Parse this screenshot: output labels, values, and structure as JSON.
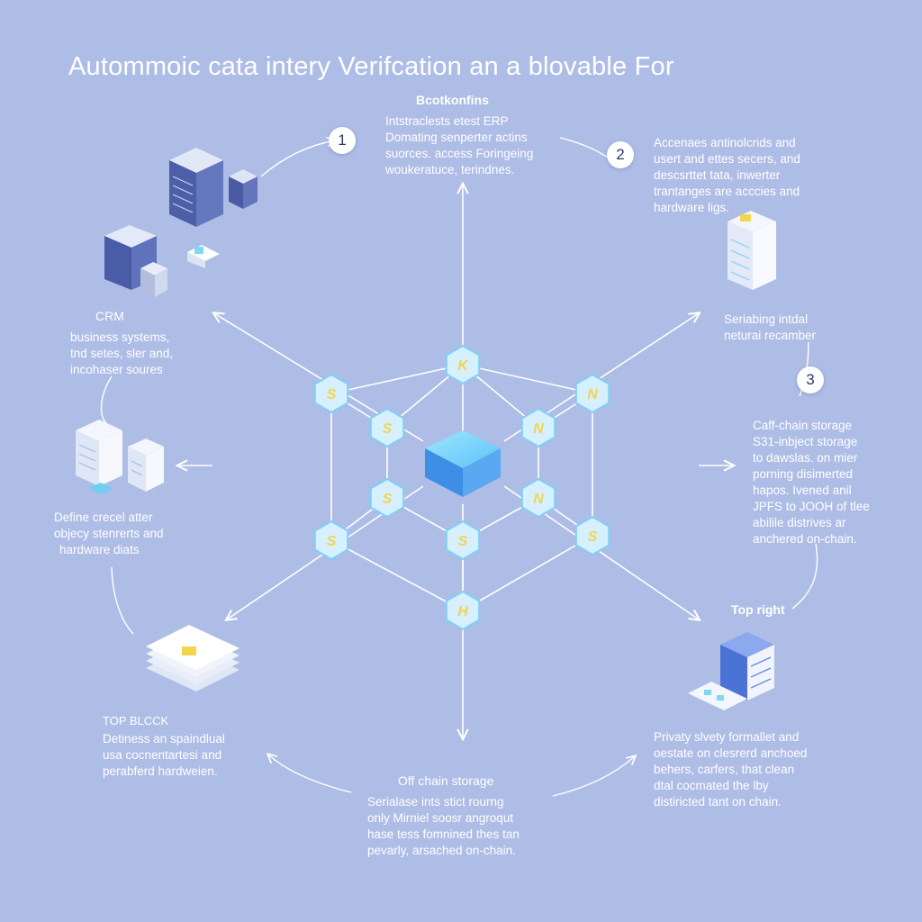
{
  "title": "Autommoic cata intery Verifcation an a blovable For",
  "blocks": {
    "top": {
      "heading": "Bcotkonfins",
      "lines": [
        "Intstraclests etest ERP",
        "Domating senperter actins",
        "suorces. access Foringeing",
        "woukeratuce, terindnes."
      ]
    },
    "top_right": {
      "lines": [
        "Accenaes antinolcrids and",
        "usert and ettes secers, and",
        "descsrttet tata, inwerter",
        "trantanges are acccies and",
        "hardware ligs."
      ]
    },
    "mid_right_top": {
      "lines": [
        "Seriabing intdal",
        "neturai recamber"
      ]
    },
    "right": {
      "lines": [
        "Caff-chain storage",
        "S31-inbject storage",
        "to dawslas. on mier",
        "porning disimerted",
        "hapos. Ivened anil",
        "JPFS to JOOH of tlee",
        "abilile distrives ar",
        "anchered on-chain."
      ]
    },
    "crm": {
      "heading": "CRM",
      "lines": [
        "business systems,",
        "tnd setes, sler and,",
        "incohaser soures"
      ]
    },
    "left": {
      "lines": [
        "Define crecel atter",
        "objecy stenrerts and",
        "hardware diats"
      ]
    },
    "bottom_left": {
      "heading": "TOP BLCCK",
      "lines": [
        "Detiness an spaindlual",
        "usa cocnentartesi and",
        "perabferd hardweien."
      ]
    },
    "bottom": {
      "heading": "Off chain storage",
      "lines": [
        "Serialase ints stict rourng",
        "only Mirniel soosr angroqut",
        "hase tess fomnined thes tan",
        "pevarly, arsached on-chain."
      ]
    },
    "bottom_right_head": {
      "heading": "Top right"
    },
    "bottom_right": {
      "lines": [
        "Privaty slvety formallet and",
        "oestate on clesrerd anchoed",
        "behers, carfers, that clean",
        "dtal cocmated the lby",
        "distiricted tant on chain."
      ]
    }
  },
  "badges": [
    "1",
    "2",
    "3"
  ],
  "hex_nodes": [
    "K",
    "S",
    "N",
    "S",
    "N",
    "S",
    "H",
    "S",
    "N",
    "S",
    "S",
    "S"
  ],
  "colors": {
    "background": "#aebde6",
    "line": "#ffffff",
    "hex_fill": "#d6f0ff",
    "hex_stroke": "#7fd0f5",
    "hex_text": "#f2d54a",
    "cube": "#4ea6f0",
    "server_dark": "#4d5fa6",
    "server_light": "#eef2fb"
  },
  "icons": {
    "server_stack": "server-stack-icon",
    "building": "building-icon",
    "card_stack": "card-stack-icon",
    "server_rack": "server-rack-icon",
    "data_cube": "data-cube-icon"
  }
}
